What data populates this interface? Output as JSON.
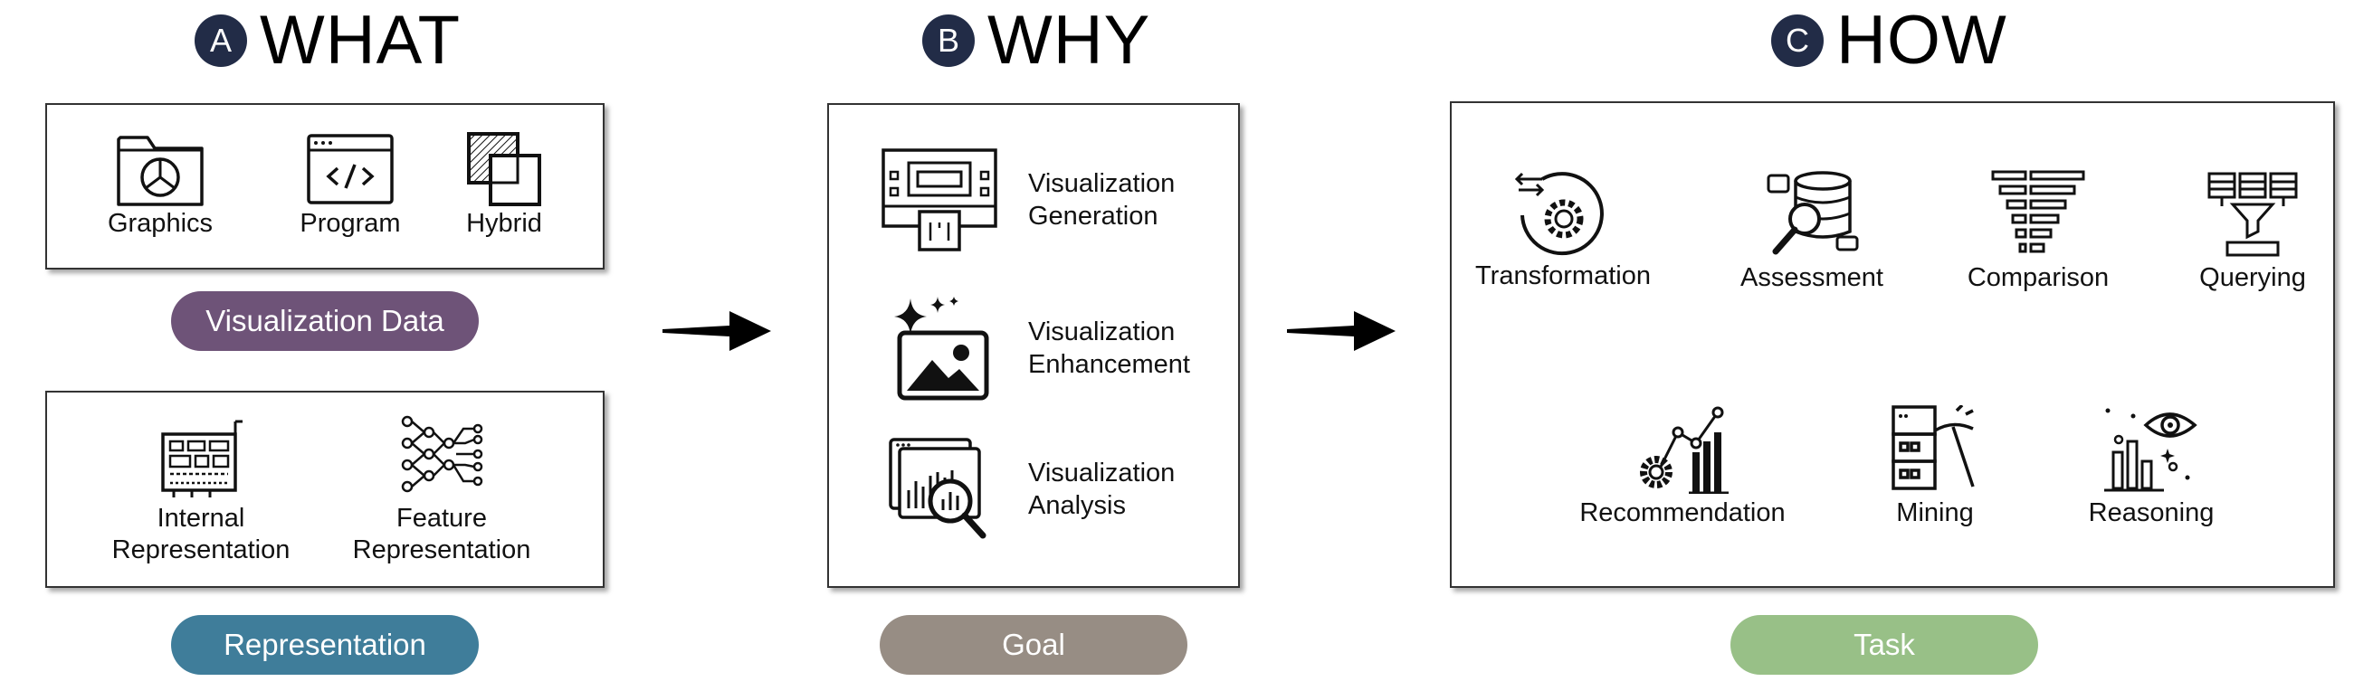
{
  "sections": {
    "what": {
      "letter": "A",
      "title": "WHAT"
    },
    "why": {
      "letter": "B",
      "title": "WHY"
    },
    "how": {
      "letter": "C",
      "title": "HOW"
    }
  },
  "vis_data": {
    "items": [
      {
        "label": "Graphics",
        "icon": "folder-pie-chart-icon"
      },
      {
        "label": "Program",
        "icon": "code-window-icon"
      },
      {
        "label": "Hybrid",
        "icon": "overlapping-squares-icon"
      }
    ],
    "pill": "Visualization Data"
  },
  "representation": {
    "items": [
      {
        "label_line1": "Internal",
        "label_line2": "Representation",
        "icon": "circuit-board-icon"
      },
      {
        "label_line1": "Feature",
        "label_line2": "Representation",
        "icon": "neural-network-icon"
      }
    ],
    "pill": "Representation"
  },
  "goal": {
    "items": [
      {
        "label_line1": "Visualization",
        "label_line2": "Generation",
        "icon": "printer-machine-icon"
      },
      {
        "label_line1": "Visualization",
        "label_line2": "Enhancement",
        "icon": "sparkle-image-icon"
      },
      {
        "label_line1": "Visualization",
        "label_line2": "Analysis",
        "icon": "chart-magnifier-icon"
      }
    ],
    "pill": "Goal"
  },
  "task": {
    "items": [
      {
        "label": "Transformation",
        "icon": "gear-cycle-icon"
      },
      {
        "label": "Assessment",
        "icon": "database-search-icon"
      },
      {
        "label": "Comparison",
        "icon": "funnel-bars-icon"
      },
      {
        "label": "Querying",
        "icon": "table-filter-icon"
      },
      {
        "label": "Recommendation",
        "icon": "gear-chart-icon"
      },
      {
        "label": "Mining",
        "icon": "server-pickaxe-icon"
      },
      {
        "label": "Reasoning",
        "icon": "eye-chart-icon"
      }
    ],
    "pill": "Task"
  },
  "colors": {
    "badge": "#222c47",
    "vis_data_pill": "#6e5378",
    "representation_pill": "#3f7d9a",
    "goal_pill": "#978d84",
    "task_pill": "#98c087"
  }
}
